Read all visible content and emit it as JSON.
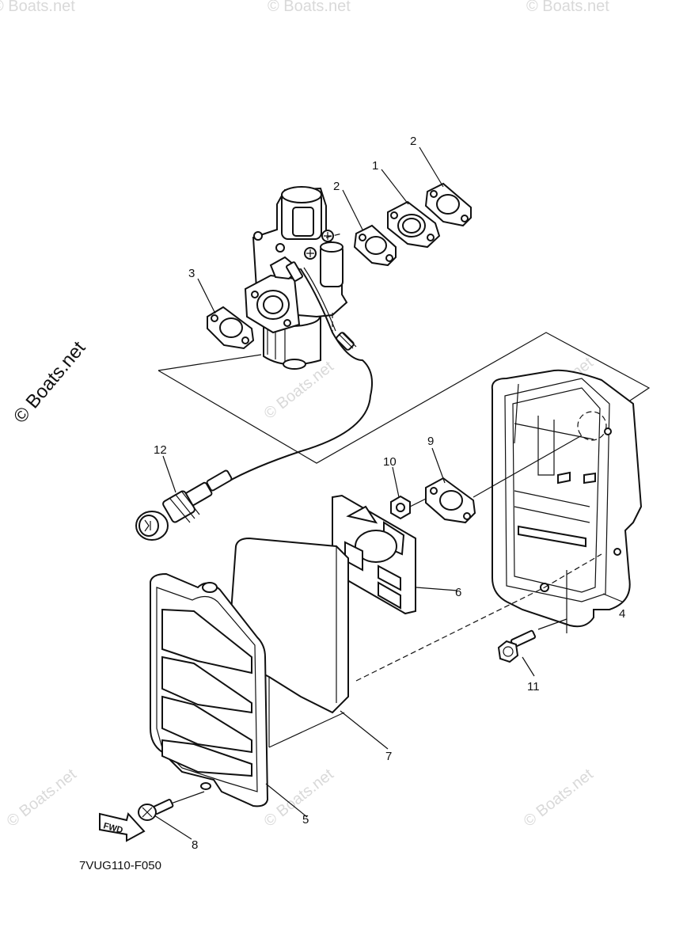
{
  "watermarks": {
    "text": "© Boats.net",
    "main": "© Boats.net"
  },
  "diagram_code": "7VUG110-F050",
  "fwd_label": "FWD",
  "callouts": [
    {
      "id": "c1",
      "label": "1"
    },
    {
      "id": "c2a",
      "label": "2"
    },
    {
      "id": "c2b",
      "label": "2"
    },
    {
      "id": "c3",
      "label": "3"
    },
    {
      "id": "c4",
      "label": "4"
    },
    {
      "id": "c5",
      "label": "5"
    },
    {
      "id": "c6",
      "label": "6"
    },
    {
      "id": "c7",
      "label": "7"
    },
    {
      "id": "c8",
      "label": "8"
    },
    {
      "id": "c9",
      "label": "9"
    },
    {
      "id": "c10",
      "label": "10"
    },
    {
      "id": "c11",
      "label": "11"
    },
    {
      "id": "c12",
      "label": "12"
    }
  ]
}
